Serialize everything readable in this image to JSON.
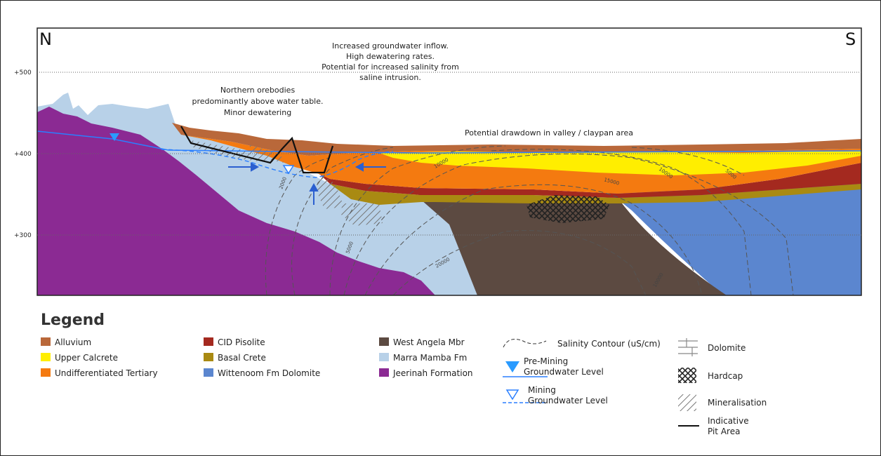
{
  "directions": {
    "north": "N",
    "south": "S"
  },
  "elevations": [
    "+500",
    "+400",
    "+300"
  ],
  "annotations": {
    "inflow_1": "Increased groundwater inflow.",
    "inflow_2": "High dewatering rates.",
    "inflow_3": "Potential for increased salinity from",
    "inflow_4": "saline intrusion.",
    "north_1": "Northern orebodies",
    "north_2": "predominantly above water table.",
    "north_3": "Minor dewatering",
    "drawdown": "Potential drawdown in valley / claypan area"
  },
  "contours": [
    "2000",
    "5000",
    "10000",
    "15000",
    "20000",
    "10000",
    "5000",
    "10000"
  ],
  "legend": {
    "title": "Legend",
    "units": [
      {
        "label": "Alluvium",
        "color": "#b9683a"
      },
      {
        "label": "Upper Calcrete",
        "color": "#ffee00"
      },
      {
        "label": "Undifferentiated Tertiary",
        "color": "#f47a10"
      },
      {
        "label": "CID Pisolite",
        "color": "#a4291f"
      },
      {
        "label": "Basal Crete",
        "color": "#a98a12"
      },
      {
        "label": "Wittenoom Fm Dolomite",
        "color": "#5b86cf"
      },
      {
        "label": "West Angela Mbr",
        "color": "#5c4a41"
      },
      {
        "label": "Marra Mamba Fm",
        "color": "#b8d1e8"
      },
      {
        "label": "Jeerinah Formation",
        "color": "#8b2a93"
      }
    ],
    "symbols": {
      "salinity": "Salinity Contour (uS/cm)",
      "pre_mining_1": "Pre-Mining",
      "pre_mining_2": "Groundwater Level",
      "mining_1": "Mining",
      "mining_2": "Groundwater Level",
      "dolomite": "Dolomite",
      "hardcap": "Hardcap",
      "mineralisation": "Mineralisation",
      "pit_1": "Indicative",
      "pit_2": "Pit Area"
    }
  }
}
